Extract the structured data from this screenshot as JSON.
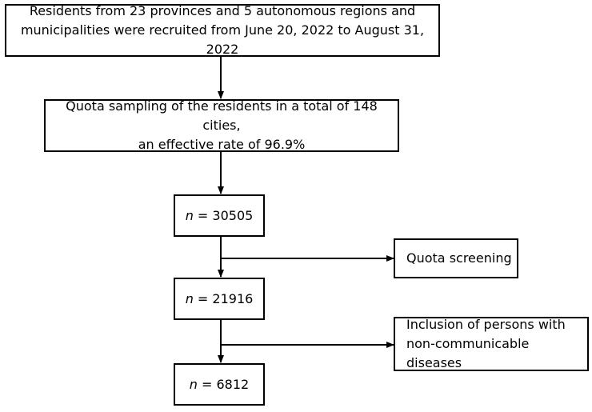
{
  "diagram": {
    "boxes": {
      "recruitment": {
        "line1": "Residents from 23 provinces and 5 autonomous regions and",
        "line2": "municipalities were recruited from June 20, 2022 to August 31, 2022"
      },
      "quota_sampling": {
        "line1": "Quota sampling of the residents in a total of 148 cities,",
        "line2": "an effective rate of 96.9%"
      },
      "n1": {
        "n": "n",
        "eq": " = ",
        "value": "30505"
      },
      "n2": {
        "n": "n",
        "eq": " = ",
        "value": "21916"
      },
      "n3": {
        "n": "n",
        "eq": " = ",
        "value": "6812"
      },
      "screening": {
        "text": "Quota screening"
      },
      "inclusion": {
        "line1": "Inclusion of persons with",
        "line2": "non-communicable diseases"
      }
    }
  }
}
